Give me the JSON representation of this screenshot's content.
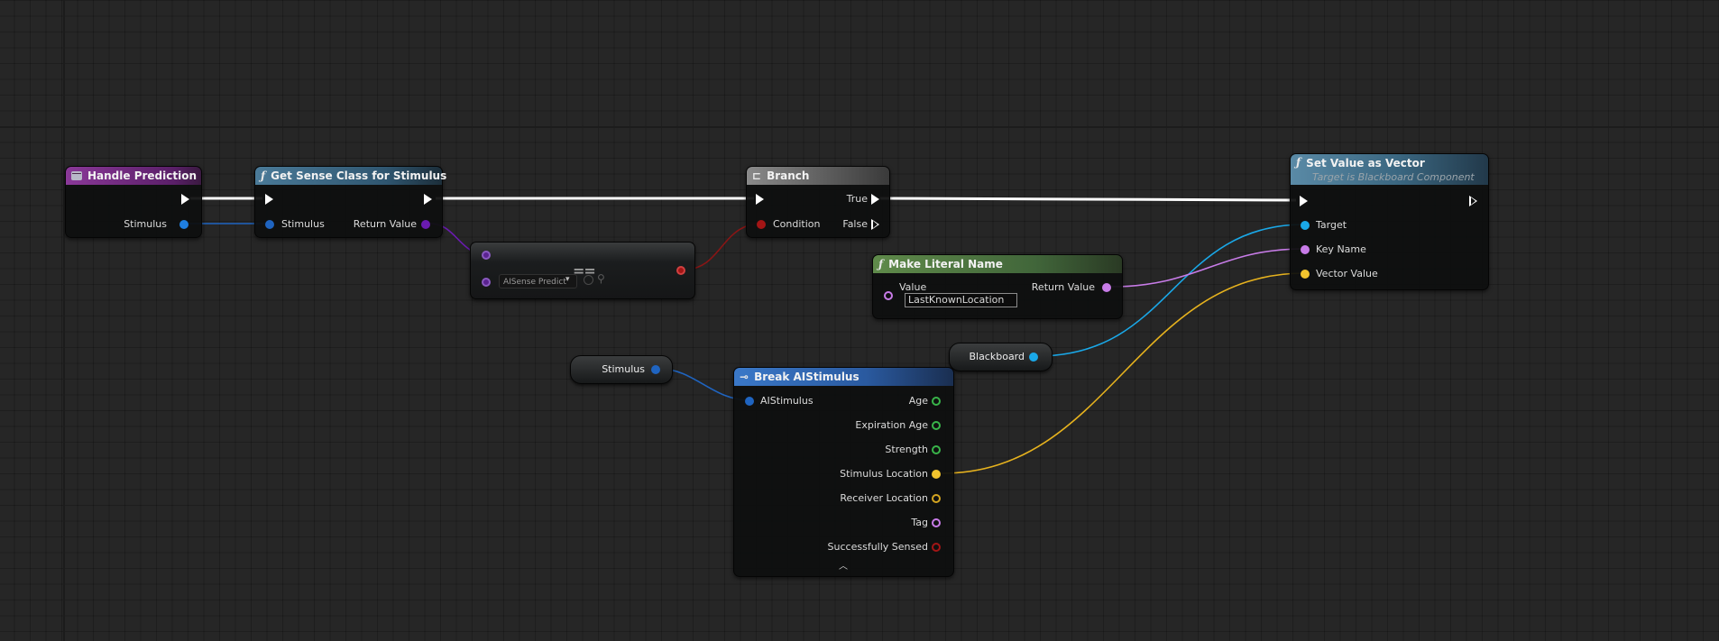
{
  "colors": {
    "exec": "#ffffff",
    "struct": "#1f7fe0",
    "object": "#1aa8e8",
    "class": "#8b1fd6",
    "bool": "#a31515",
    "float": "#39b54a",
    "vector": "#f2c42e",
    "name": "#c87ce8",
    "header_event": "#7a2d8a",
    "header_function": "#3d6b8a",
    "header_branch": "#6a6a6a",
    "header_literal": "#4f7a3c",
    "header_break": "#2a5da8"
  },
  "nodes": {
    "handle_prediction": {
      "title": "Handle Prediction",
      "icon": "event-icon",
      "outputs": [
        "Stimulus"
      ]
    },
    "get_sense_class": {
      "title": "Get Sense Class for Stimulus",
      "icon": "function-icon",
      "inputs": [
        "Stimulus"
      ],
      "outputs": [
        "Return Value"
      ]
    },
    "equal_node": {
      "glyph": "==",
      "combo_value": "AISense Predict",
      "combo_icons": [
        "reset-icon",
        "search-icon"
      ]
    },
    "branch": {
      "title": "Branch",
      "icon": "branch-icon",
      "inputs": [
        "Condition"
      ],
      "outputs": [
        "True",
        "False"
      ]
    },
    "make_literal_name": {
      "title": "Make Literal Name",
      "icon": "function-icon",
      "input_label": "Value",
      "input_value": "LastKnownLocation",
      "outputs": [
        "Return Value"
      ]
    },
    "set_value_as_vector": {
      "title": "Set Value as Vector",
      "icon": "function-icon",
      "subtitle": "Target is Blackboard Component",
      "inputs": [
        "Target",
        "Key Name",
        "Vector Value"
      ]
    },
    "stimulus_var": {
      "label": "Stimulus"
    },
    "blackboard_var": {
      "label": "Blackboard"
    },
    "break_aistimulus": {
      "title": "Break AIStimulus",
      "icon": "break-struct-icon",
      "inputs": [
        "AIStimulus"
      ],
      "outputs": [
        "Age",
        "Expiration Age",
        "Strength",
        "Stimulus Location",
        "Receiver Location",
        "Tag",
        "Successfully Sensed"
      ],
      "collapse_icon": "chevron-up-icon"
    }
  }
}
